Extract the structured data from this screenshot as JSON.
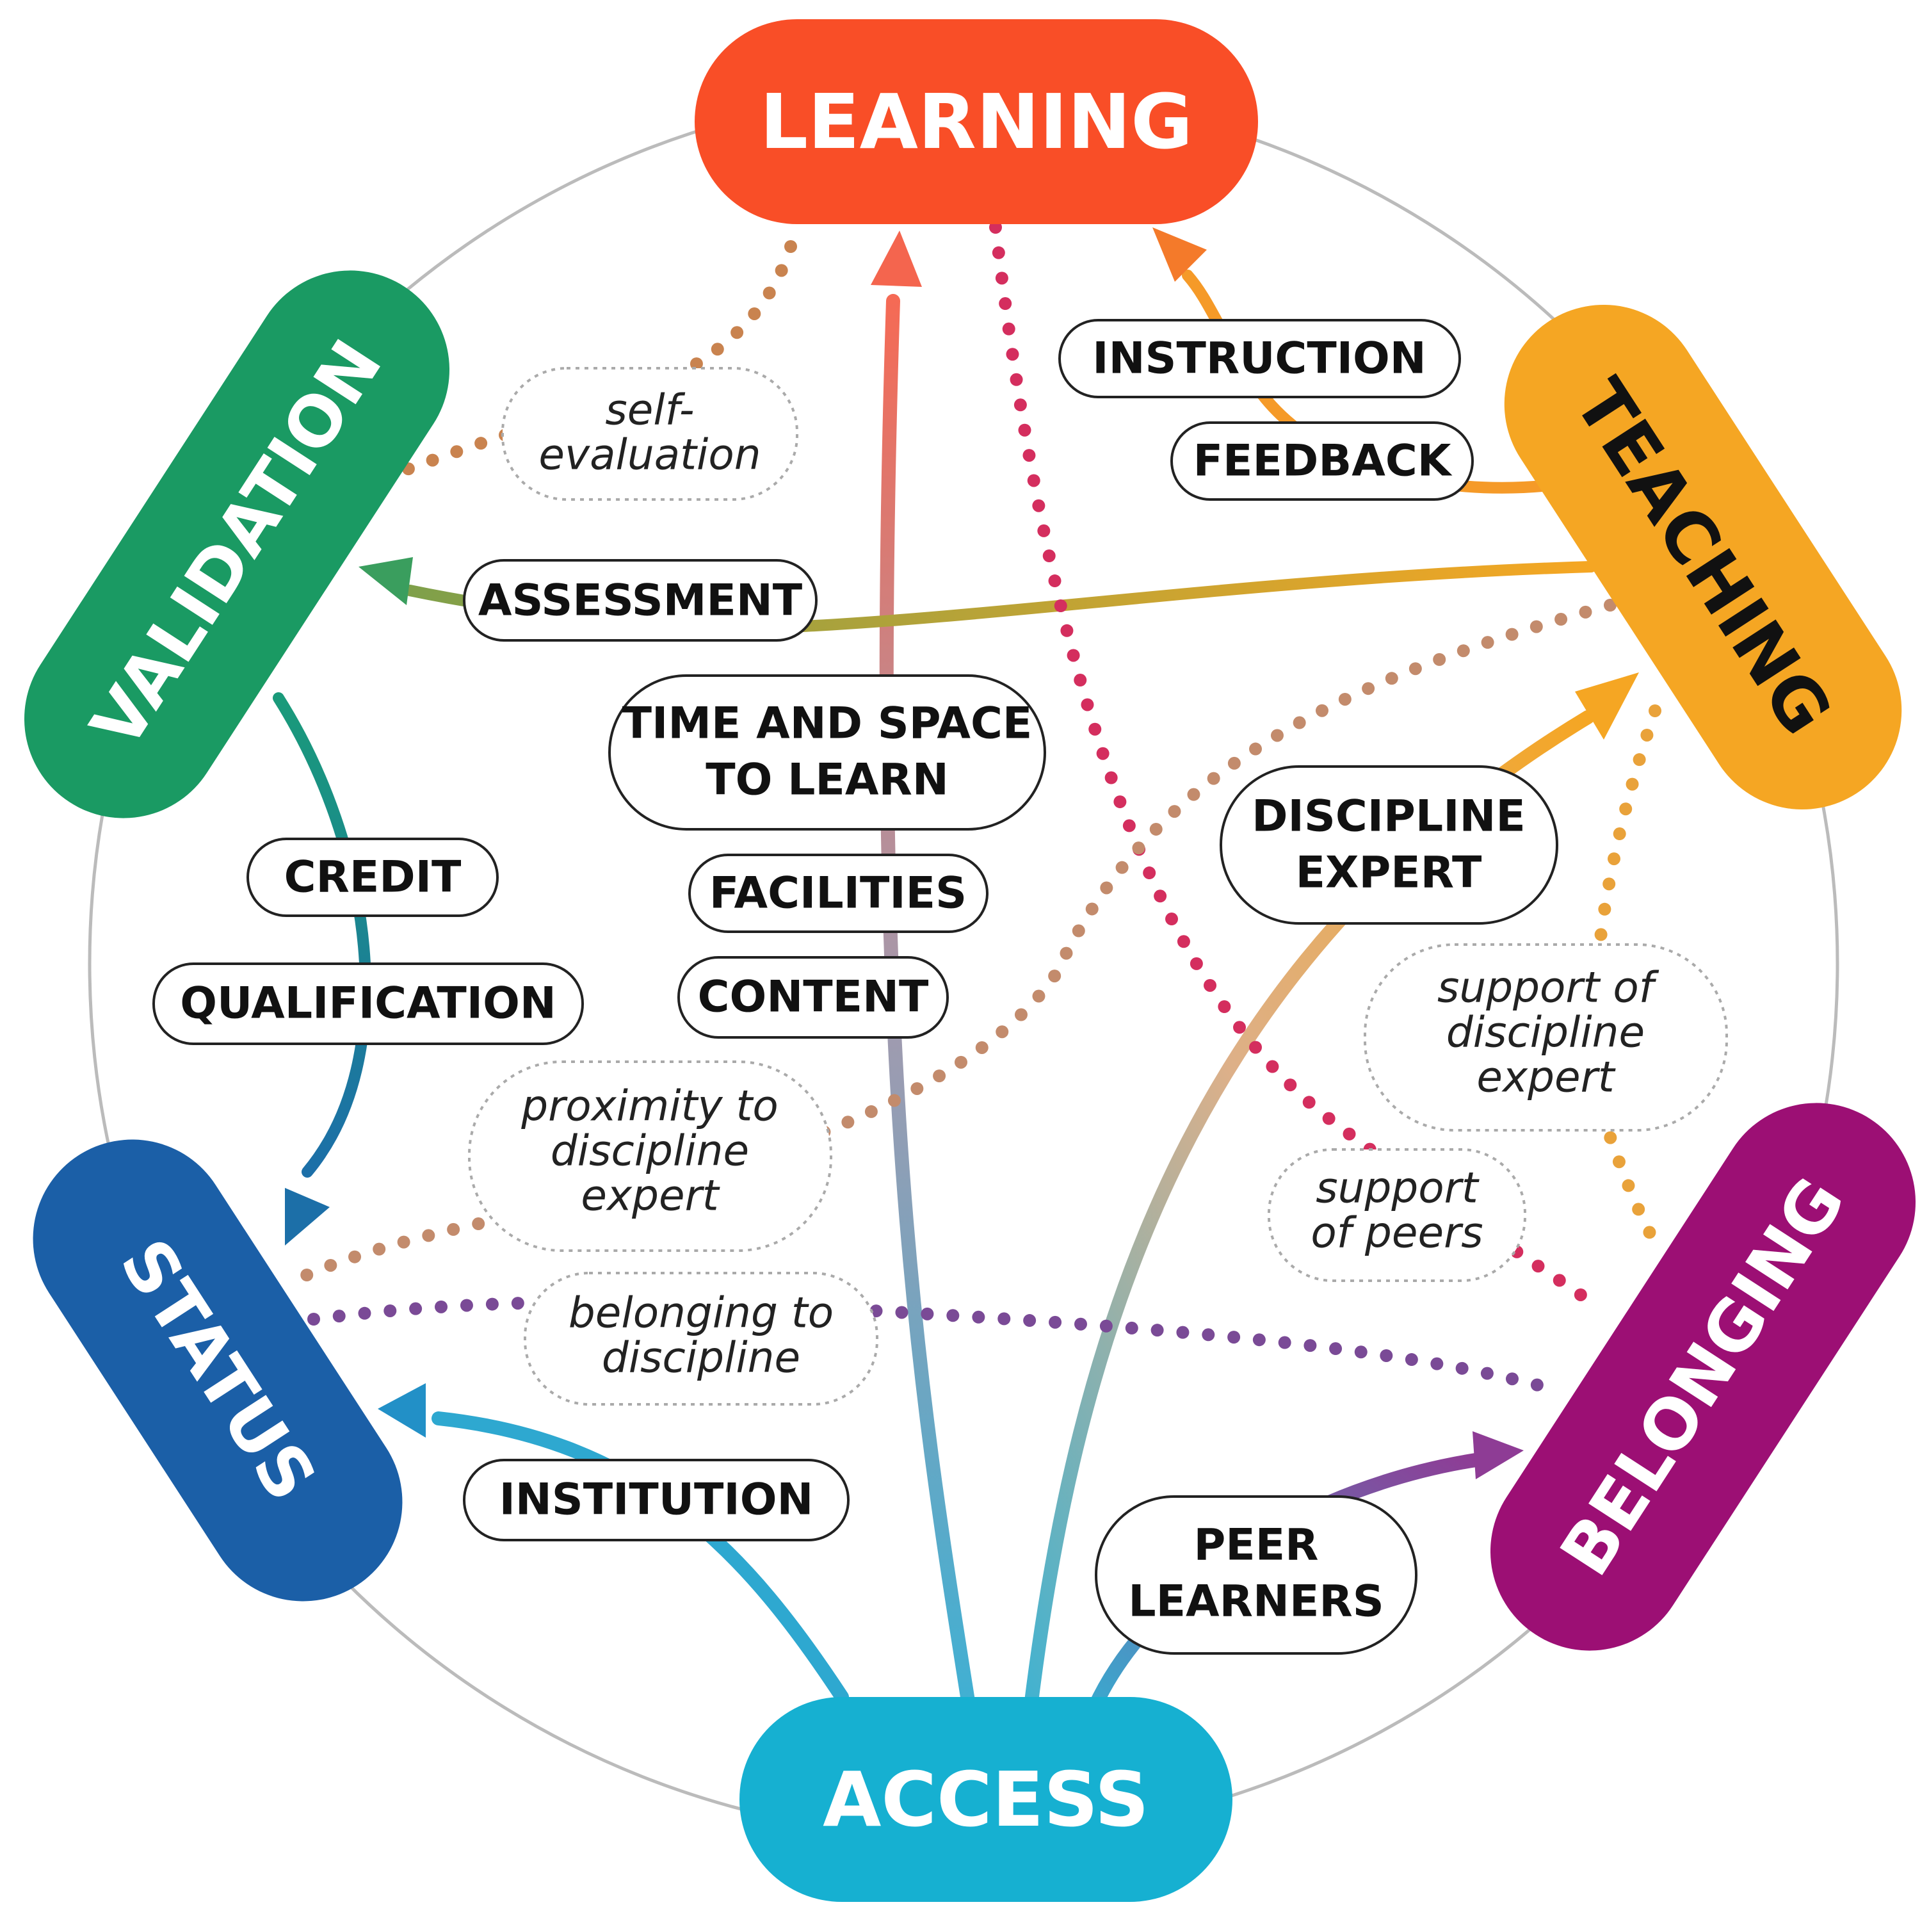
{
  "nodes": {
    "learning": {
      "label": "LEARNING",
      "color": "#F94E27"
    },
    "teaching": {
      "label": "TEACHING",
      "color": "#F5A623"
    },
    "belonging": {
      "label": "BELONGING",
      "color": "#9C0F74"
    },
    "access": {
      "label": "ACCESS",
      "color": "#16B0D1"
    },
    "status": {
      "label": "STATUS",
      "color": "#1B5FA7"
    },
    "validation": {
      "label": "VALIDATION",
      "color": "#1A9A63"
    }
  },
  "factors": {
    "instruction": "INSTRUCTION",
    "feedback": "FEEDBACK",
    "assessment": "ASSESSMENT",
    "time_space_line1": "TIME AND SPACE",
    "time_space_line2": "TO LEARN",
    "facilities": "FACILITIES",
    "content": "CONTENT",
    "discipline_expert_line1": "DISCIPLINE",
    "discipline_expert_line2": "EXPERT",
    "credit": "CREDIT",
    "qualification": "QUALIFICATION",
    "institution": "INSTITUTION",
    "peer_learners_line1": "PEER",
    "peer_learners_line2": "LEARNERS"
  },
  "notes": {
    "self_evaluation_line1": "self-",
    "self_evaluation_line2": "evaluation",
    "support_expert_line1": "support of",
    "support_expert_line2": "discipline",
    "support_expert_line3": "expert",
    "support_peers_line1": "support",
    "support_peers_line2": "of peers",
    "proximity_line1": "proximity to",
    "proximity_line2": "discipline",
    "proximity_line3": "expert",
    "belonging_discipline_line1": "belonging to",
    "belonging_discipline_line2": "discipline"
  }
}
